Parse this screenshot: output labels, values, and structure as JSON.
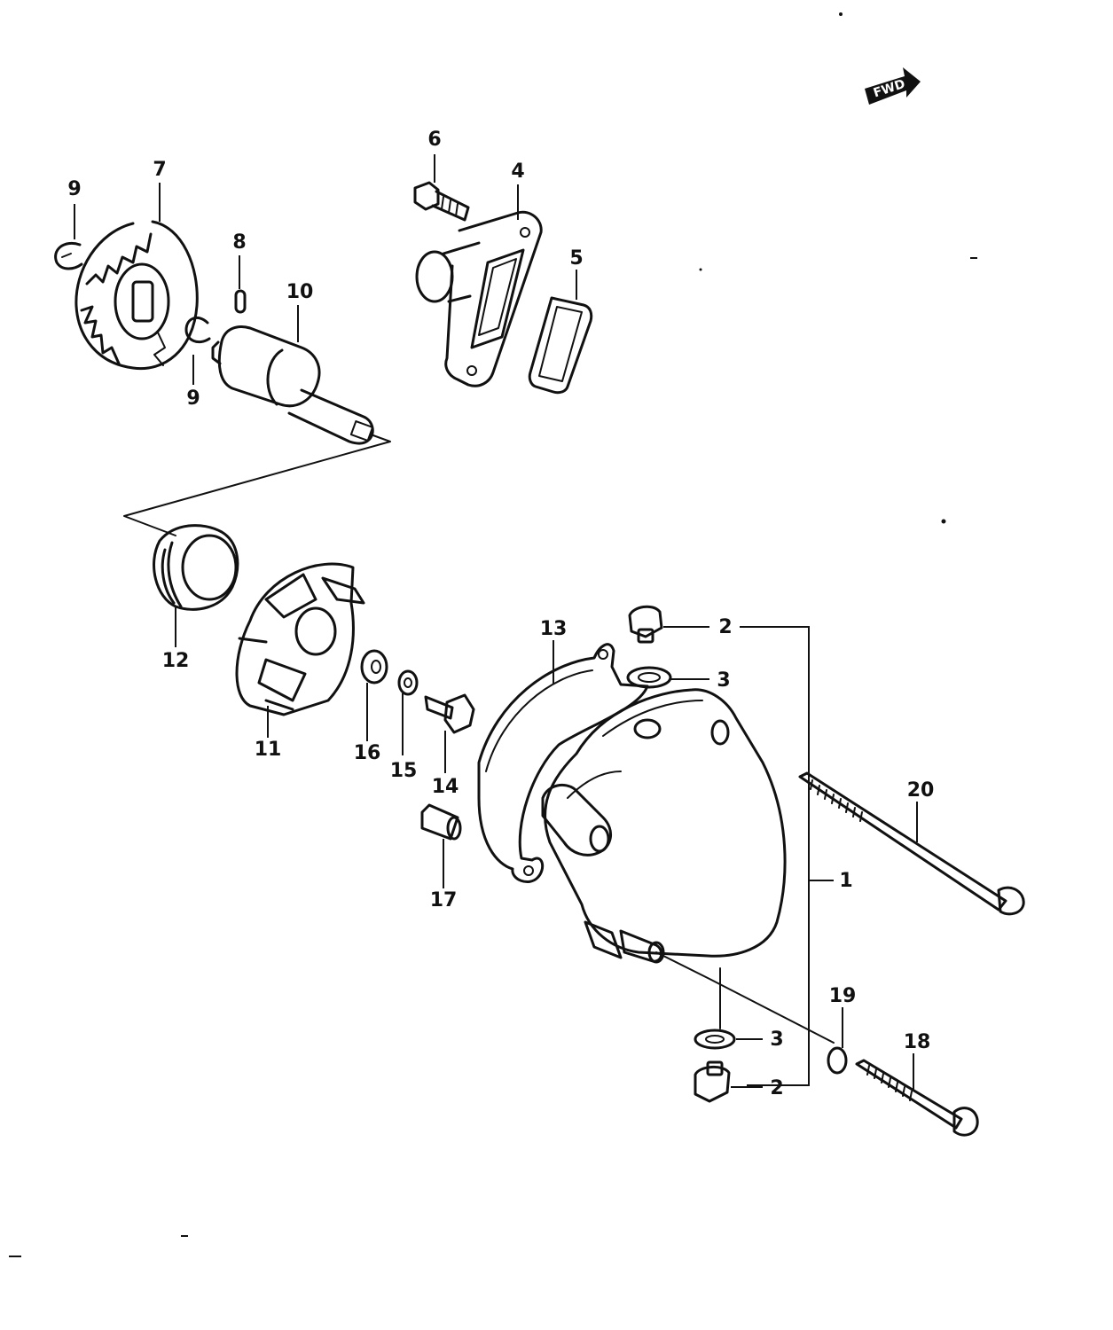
{
  "fwd_arrow": {
    "label": "FWD"
  },
  "callouts": {
    "c1": "1",
    "c2a": "2",
    "c2b": "2",
    "c3a": "3",
    "c3b": "3",
    "c4": "4",
    "c5": "5",
    "c6": "6",
    "c7": "7",
    "c8": "8",
    "c9a": "9",
    "c9b": "9",
    "c10": "10",
    "c11": "11",
    "c12": "12",
    "c13": "13",
    "c14": "14",
    "c15": "15",
    "c16": "16",
    "c17": "17",
    "c18": "18",
    "c19": "19",
    "c20": "20"
  }
}
